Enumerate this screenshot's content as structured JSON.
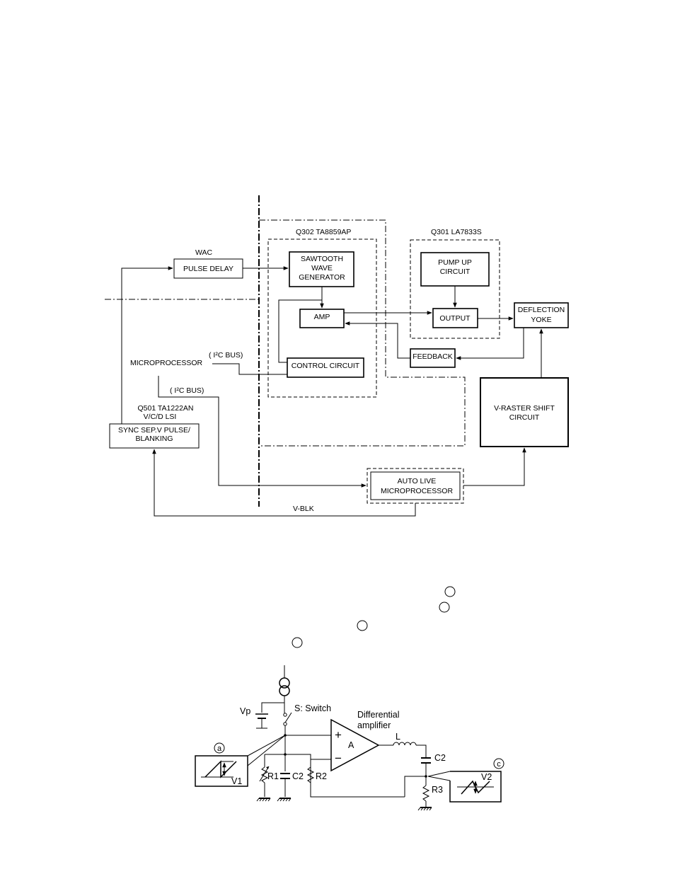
{
  "block": {
    "q302_label": "Q302 TA8859AP",
    "q301_label": "Q301 LA7833S",
    "wac": "WAC",
    "pulse_delay": "PULSE DELAY",
    "sawtooth": [
      "SAWTOOTH",
      "WAVE",
      "GENERATOR"
    ],
    "amp": "AMP",
    "pump_up": [
      "PUMP UP",
      "CIRCUIT"
    ],
    "output": "OUTPUT",
    "deflection": [
      "DEFLECTION",
      "YOKE"
    ],
    "feedback": "FEEDBACK",
    "control": "CONTROL CIRCUIT",
    "microprocessor": "MICROPROCESSOR",
    "i2c_bus_1": "( I²C BUS)",
    "i2c_bus_2": "( I²C BUS)",
    "q501": [
      "Q501 TA1222AN",
      "V/C/D LSI"
    ],
    "sync": [
      "SYNC SEP.V PULSE/",
      "BLANKING"
    ],
    "vraster": [
      "V-RASTER SHIFT",
      "CIRCUIT"
    ],
    "autolive": [
      "AUTO LIVE",
      "MICROPROCESSOR"
    ],
    "vblk": "V-BLK"
  },
  "schematic": {
    "vp": "Vp",
    "switch": "S: Switch",
    "diff": [
      "Differential",
      "amplifier"
    ],
    "amp_a": "A",
    "plus": "+",
    "minus": "−",
    "l": "L",
    "c2_right": "C2",
    "r1": "R1",
    "c2_left": "C2",
    "r2": "R2",
    "r3": "R3",
    "v1": "V1",
    "v2": "V2",
    "mark_a": "a",
    "mark_c": "c"
  }
}
